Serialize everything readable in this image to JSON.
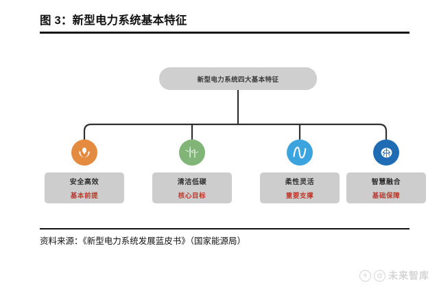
{
  "figure": {
    "title": "图 3：新型电力系统基本特征",
    "source": "资料来源：《新型电力系统发展蓝皮书》（国家能源局）"
  },
  "diagram": {
    "type": "tree",
    "root": {
      "label": "新型电力系统四大基本特征",
      "fill": "#cfcfcf"
    },
    "branches": [
      {
        "title": "安全高效",
        "subtitle": "基本前提",
        "icon": "hands-lightbulb-icon",
        "icon_color": "#e58b3f",
        "box_fill": "#cdcdcd",
        "subtitle_color": "#c0392b"
      },
      {
        "title": "清洁低碳",
        "subtitle": "核心目标",
        "icon": "wind-turbine-icon",
        "icon_color": "#81b477",
        "box_fill": "#cdcdcd",
        "subtitle_color": "#c0392b"
      },
      {
        "title": "柔性灵活",
        "subtitle": "重要支撑",
        "icon": "waveform-icon",
        "icon_color": "#3ba3de",
        "box_fill": "#cdcdcd",
        "subtitle_color": "#c0392b"
      },
      {
        "title": "智慧融合",
        "subtitle": "基础保障",
        "icon": "brain-network-icon",
        "icon_color": "#1f6cb5",
        "box_fill": "#cdcdcd",
        "subtitle_color": "#c0392b"
      }
    ]
  },
  "watermark": {
    "text": "未来智库",
    "glyph_left": "⚘",
    "glyph_right": "@"
  }
}
